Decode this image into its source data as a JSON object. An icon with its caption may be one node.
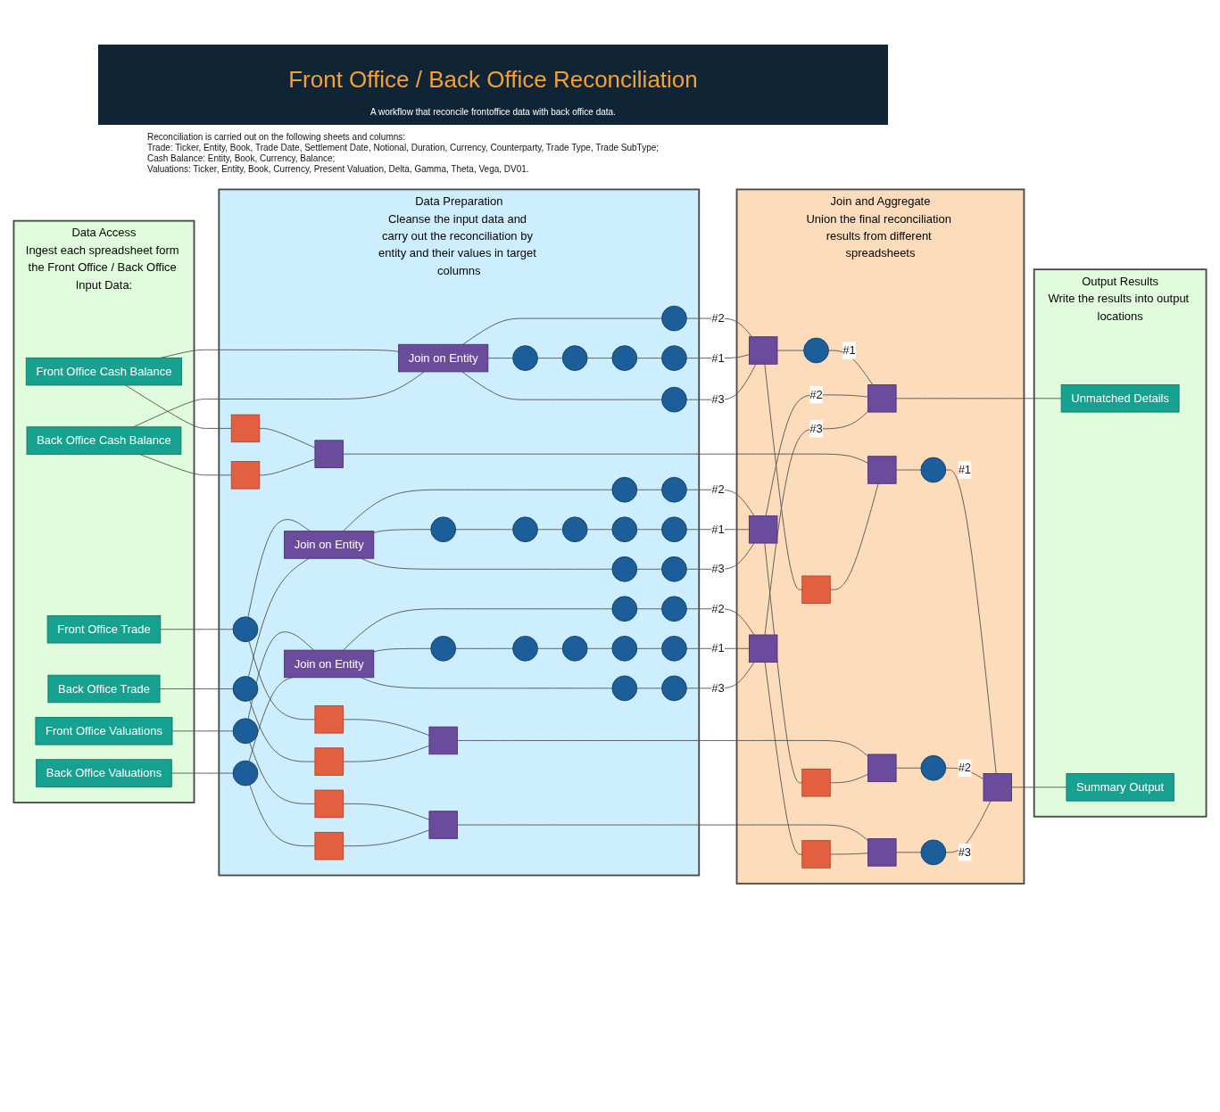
{
  "diagram": {
    "title": "Front Office / Back Office Reconciliation",
    "nodes": [
      {
        "text": [
          "Data Access",
          "Ingest each spreadsheet form the Front Office / Back Office Input Data:"
        ]
      },
      {
        "text": [
          "Front Office Cash Balance"
        ],
        "in": 0
      },
      {
        "text": [
          "Back Office Cash Balance"
        ],
        "in": 0
      },
      {
        "text": [
          "Front Office Trade"
        ],
        "in": 0
      },
      {
        "text": [
          "Back Office Trade"
        ],
        "in": 0
      },
      {
        "text": [
          "Front Office Valuations"
        ],
        "in": 0
      },
      {
        "text": [
          "Back Office Valuations"
        ],
        "in": 0
      },
      {
        "text": [
          "Data Preparation",
          "Cleanse the input data and carry out the reconciliation by entity and their values in target columns"
        ]
      },
      {
        "text": [],
        "shape": "box",
        "in": 7
      },
      {
        "text": [],
        "shape": "box",
        "in": 7
      },
      {
        "text": [],
        "shape": "box",
        "in": 7
      },
      {
        "text": [],
        "shape": "circle",
        "in": 7
      },
      {
        "text": [
          "Join on Entity"
        ],
        "in": 7
      },
      {
        "text": [],
        "shape": "circle",
        "in": 7
      },
      {
        "text": [],
        "shape": "circle",
        "in": 7
      },
      {
        "text": [],
        "shape": "circle",
        "in": 7
      },
      {
        "text": [],
        "shape": "circle",
        "in": 7
      },
      {
        "text": [],
        "shape": "circle",
        "in": 7
      },
      {
        "text": [],
        "shape": "circle",
        "in": 7
      },
      {
        "text": [],
        "shape": "box",
        "in": 7
      },
      {
        "text": [],
        "shape": "box",
        "in": 7
      },
      {
        "text": [],
        "shape": "box",
        "in": 7
      },
      {
        "text": [],
        "shape": "circle",
        "in": 7
      },
      {
        "text": [],
        "shape": "circle",
        "in": 7
      },
      {
        "text": [],
        "shape": "circle",
        "in": 7
      },
      {
        "text": [
          "Join on Entity"
        ],
        "in": 7
      },
      {
        "text": [],
        "shape": "circle",
        "in": 7
      },
      {
        "text": [],
        "shape": "circle",
        "in": 7
      },
      {
        "text": [],
        "shape": "circle",
        "in": 7
      },
      {
        "text": [],
        "shape": "circle",
        "in": 7
      },
      {
        "text": [],
        "shape": "circle",
        "in": 7
      },
      {
        "text": [],
        "shape": "circle",
        "in": 7
      },
      {
        "text": [],
        "shape": "circle",
        "in": 7
      },
      {
        "text": [],
        "shape": "circle",
        "in": 7
      },
      {
        "text": [],
        "shape": "box",
        "in": 7
      },
      {
        "text": [],
        "shape": "box",
        "in": 7
      },
      {
        "text": [],
        "shape": "box",
        "in": 7
      },
      {
        "text": [],
        "shape": "circle",
        "in": 7
      },
      {
        "text": [],
        "shape": "circle",
        "in": 7
      },
      {
        "text": [],
        "shape": "circle",
        "in": 7
      },
      {
        "text": [
          "Join on Entity"
        ],
        "in": 7
      },
      {
        "text": [],
        "shape": "circle",
        "in": 7
      },
      {
        "text": [],
        "shape": "circle",
        "in": 7
      },
      {
        "text": [],
        "shape": "circle",
        "in": 7
      },
      {
        "text": [],
        "shape": "circle",
        "in": 7
      },
      {
        "text": [],
        "shape": "circle",
        "in": 7
      },
      {
        "text": [],
        "shape": "circle",
        "in": 7
      },
      {
        "text": [],
        "shape": "circle",
        "in": 7
      },
      {
        "text": [
          "Join and Aggregate",
          "Union the final reconciliation results from different spreadsheets"
        ]
      },
      {
        "text": [],
        "shape": "box",
        "in": 48
      },
      {
        "text": [],
        "shape": "circle",
        "in": 48
      },
      {
        "text": [],
        "shape": "box",
        "in": 48
      },
      {
        "text": [],
        "shape": "box",
        "in": 48
      },
      {
        "text": [],
        "shape": "circle",
        "in": 48
      },
      {
        "text": [],
        "shape": "box",
        "in": 48
      },
      {
        "text": [],
        "shape": "circle",
        "in": 48
      },
      {
        "text": [],
        "shape": "box",
        "in": 48
      },
      {
        "text": [],
        "shape": "box",
        "in": 48
      },
      {
        "text": [],
        "shape": "box",
        "in": 48
      },
      {
        "text": [],
        "shape": "box",
        "in": 48
      },
      {
        "text": [],
        "shape": "box",
        "in": 48
      },
      {
        "text": [],
        "shape": "circle",
        "in": 48
      },
      {
        "text": [],
        "shape": "box",
        "in": 48
      },
      {
        "text": [],
        "shape": "box",
        "in": 48
      },
      {
        "text": [
          "Output Results",
          "Write the results into output locations"
        ]
      },
      {
        "text": [
          "Summary Output"
        ],
        "in": 64
      },
      {
        "text": [
          "Unmatched Details"
        ],
        "in": 64
      }
    ],
    "edges": [
      {
        "from": 1,
        "to": 8,
        "arrow": "none"
      },
      {
        "from": 1,
        "to": 12,
        "arrow": "none"
      },
      {
        "from": 2,
        "to": 12,
        "arrow": "none"
      },
      {
        "from": 2,
        "to": 9,
        "arrow": "none"
      },
      {
        "from": 8,
        "to": 10,
        "arrow": "none"
      },
      {
        "from": 9,
        "to": 10,
        "arrow": "none"
      },
      {
        "from": 12,
        "to": 11,
        "arrow": "none"
      },
      {
        "from": 12,
        "to": 13,
        "arrow": "none"
      },
      {
        "from": 12,
        "to": 17,
        "arrow": "none"
      },
      {
        "from": 13,
        "to": 14,
        "arrow": "none"
      },
      {
        "from": 14,
        "to": 15,
        "arrow": "none"
      },
      {
        "from": 15,
        "to": 16,
        "arrow": "none"
      },
      {
        "from": 11,
        "to": 52,
        "label": "#2",
        "arrow": "none"
      },
      {
        "from": 16,
        "to": 52,
        "label": "#1",
        "arrow": "none"
      },
      {
        "from": 17,
        "to": 52,
        "label": "#3",
        "arrow": "none"
      },
      {
        "from": 10,
        "to": 49,
        "arrow": "none"
      },
      {
        "from": 52,
        "to": 53,
        "arrow": "none"
      },
      {
        "from": 52,
        "to": 51,
        "arrow": "none"
      },
      {
        "from": 51,
        "to": 49,
        "arrow": "none"
      },
      {
        "from": 49,
        "to": 50,
        "arrow": "none"
      },
      {
        "from": 50,
        "to": 56,
        "label": "#1",
        "arrow": "none"
      },
      {
        "from": 53,
        "to": 59,
        "label": "#1",
        "arrow": "none"
      },
      {
        "from": 3,
        "to": 18,
        "arrow": "none"
      },
      {
        "from": 4,
        "to": 24,
        "arrow": "none"
      },
      {
        "from": 18,
        "to": 19,
        "arrow": "none"
      },
      {
        "from": 18,
        "to": 25,
        "arrow": "none"
      },
      {
        "from": 24,
        "to": 25,
        "arrow": "none"
      },
      {
        "from": 24,
        "to": 21,
        "arrow": "none"
      },
      {
        "from": 19,
        "to": 20,
        "arrow": "none"
      },
      {
        "from": 21,
        "to": 20,
        "arrow": "none"
      },
      {
        "from": 25,
        "to": 22,
        "arrow": "none"
      },
      {
        "from": 25,
        "to": 26,
        "arrow": "none"
      },
      {
        "from": 25,
        "to": 31,
        "arrow": "none"
      },
      {
        "from": 22,
        "to": 23,
        "arrow": "none"
      },
      {
        "from": 26,
        "to": 27,
        "arrow": "none"
      },
      {
        "from": 27,
        "to": 28,
        "arrow": "none"
      },
      {
        "from": 28,
        "to": 29,
        "arrow": "none"
      },
      {
        "from": 29,
        "to": 30,
        "arrow": "none"
      },
      {
        "from": 31,
        "to": 32,
        "arrow": "none"
      },
      {
        "from": 23,
        "to": 58,
        "label": "#2",
        "arrow": "none"
      },
      {
        "from": 30,
        "to": 58,
        "label": "#1",
        "arrow": "none"
      },
      {
        "from": 32,
        "to": 58,
        "label": "#3",
        "arrow": "none"
      },
      {
        "from": 20,
        "to": 54,
        "arrow": "none"
      },
      {
        "from": 58,
        "to": 59,
        "label": "#2",
        "arrow": "none"
      },
      {
        "from": 58,
        "to": 57,
        "arrow": "none"
      },
      {
        "from": 57,
        "to": 54,
        "arrow": "none"
      },
      {
        "from": 54,
        "to": 55,
        "arrow": "none"
      },
      {
        "from": 55,
        "to": 56,
        "label": "#2",
        "arrow": "none"
      },
      {
        "from": 59,
        "to": 66,
        "arrow": "none"
      },
      {
        "from": 56,
        "to": 65,
        "arrow": "none"
      },
      {
        "from": 5,
        "to": 33,
        "arrow": "none"
      },
      {
        "from": 6,
        "to": 39,
        "arrow": "none"
      },
      {
        "from": 33,
        "to": 34,
        "arrow": "none"
      },
      {
        "from": 33,
        "to": 40,
        "arrow": "none"
      },
      {
        "from": 39,
        "to": 40,
        "arrow": "none"
      },
      {
        "from": 39,
        "to": 36,
        "arrow": "none"
      },
      {
        "from": 34,
        "to": 35,
        "arrow": "none"
      },
      {
        "from": 36,
        "to": 35,
        "arrow": "none"
      },
      {
        "from": 40,
        "to": 37,
        "arrow": "none"
      },
      {
        "from": 40,
        "to": 41,
        "arrow": "none"
      },
      {
        "from": 40,
        "to": 46,
        "arrow": "none"
      },
      {
        "from": 37,
        "to": 38,
        "arrow": "none"
      },
      {
        "from": 41,
        "to": 42,
        "arrow": "none"
      },
      {
        "from": 42,
        "to": 43,
        "arrow": "none"
      },
      {
        "from": 43,
        "to": 44,
        "arrow": "none"
      },
      {
        "from": 44,
        "to": 45,
        "arrow": "none"
      },
      {
        "from": 46,
        "to": 47,
        "arrow": "none"
      },
      {
        "from": 38,
        "to": 63,
        "label": "#2",
        "arrow": "none"
      },
      {
        "from": 45,
        "to": 63,
        "label": "#1",
        "arrow": "none"
      },
      {
        "from": 47,
        "to": 63,
        "label": "#3",
        "arrow": "none"
      },
      {
        "from": 35,
        "to": 60,
        "arrow": "none"
      },
      {
        "from": 63,
        "to": 62,
        "arrow": "none"
      },
      {
        "from": 62,
        "to": 60,
        "arrow": "none"
      },
      {
        "from": 63,
        "to": 59,
        "label": "#3",
        "arrow": "none"
      },
      {
        "from": 60,
        "to": 61,
        "arrow": "none"
      },
      {
        "from": 61,
        "to": 56,
        "label": "#3",
        "arrow": "none"
      }
    ],
    "labels": [
      "A workflow that reconcile frontoffice data with back office data.",
      "Reconciliation is carried out on the following sheets and columns:",
      "Trade: Ticker, Entity, Book, Trade Date, Settlement Date, Notional, Duration, Currency, Counterparty, Trade Type, Trade SubType;",
      "Cash Balance: Entity, Book, Currency, Balance;",
      "Valuations: Ticker, Entity, Book, Currency, Present Valuation, Delta, Gamma, Theta, Vega, DV01."
    ]
  }
}
